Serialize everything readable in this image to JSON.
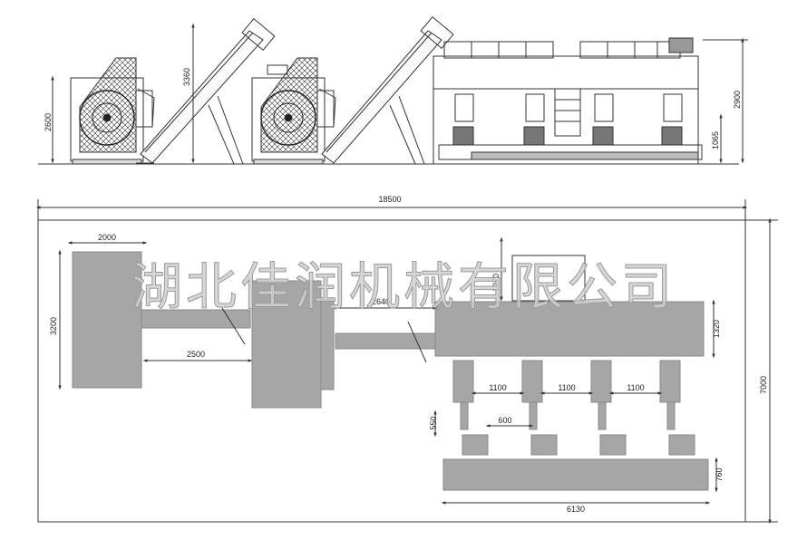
{
  "watermark": "湖北佳润机械有限公司",
  "elevation_dimensions": {
    "washer_height": "2600",
    "conveyor_height": "3360",
    "tank_height": "2900",
    "outlet_height": "1065"
  },
  "plan_dimensions": {
    "overall_length": "18500",
    "overall_width": "7000",
    "washer_length": "2000",
    "washer_width": "3200",
    "conveyor_1_length": "2500",
    "conveyor_2_length": "2640",
    "hopper_length": "1070",
    "tank_width": "1320",
    "spacing_1": "1100",
    "spacing_2": "1100",
    "spacing_3": "1100",
    "pump_depth": "550",
    "pump_width": "600",
    "platform_width": "760",
    "platform_length": "6130"
  }
}
